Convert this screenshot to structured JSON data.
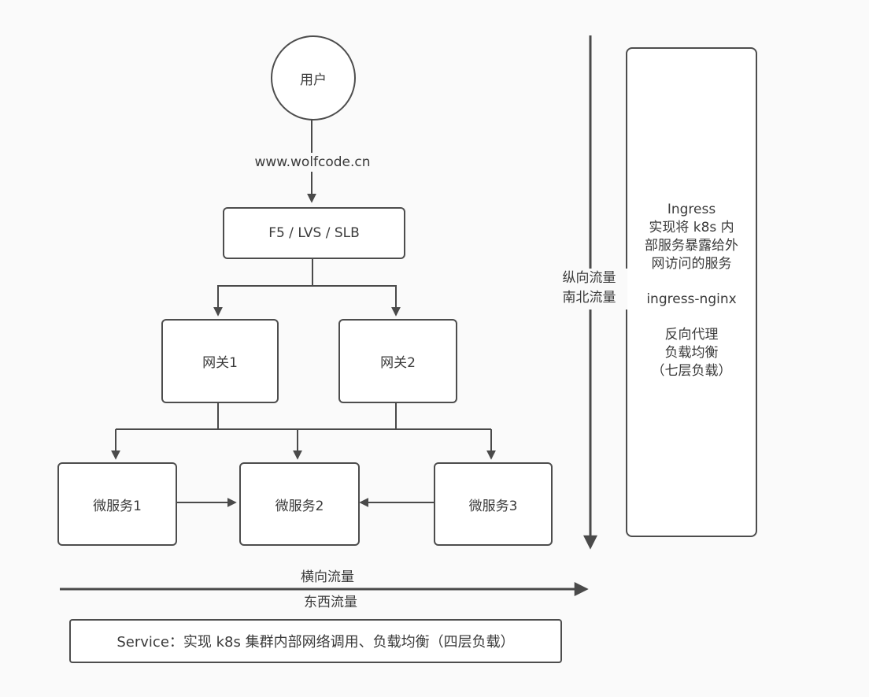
{
  "colors": {
    "background": "#fafafa",
    "border": "#4d4d4d",
    "line": "#4a4a4a",
    "text": "#3a3a3a",
    "box_fill": "#ffffff"
  },
  "diagram": {
    "user": "用户",
    "url": "www.wolfcode.cn",
    "load_balancer": "F5 / LVS / SLB",
    "gateways": [
      "网关1",
      "网关2"
    ],
    "microservices": [
      "微服务1",
      "微服务2",
      "微服务3"
    ],
    "vertical_traffic": [
      "纵向流量",
      "南北流量"
    ],
    "ingress_panel": {
      "title": "Ingress",
      "desc_lines": [
        "实现将 k8s 内",
        "部服务暴露给外",
        "网访问的服务"
      ],
      "middle": "ingress-nginx",
      "bottom_lines": [
        "反向代理",
        "负载均衡",
        "（七层负载）"
      ]
    },
    "horizontal_traffic": [
      "横向流量",
      "东西流量"
    ],
    "service_note": "Service：实现 k8s 集群内部网络调用、负载均衡（四层负载）"
  }
}
